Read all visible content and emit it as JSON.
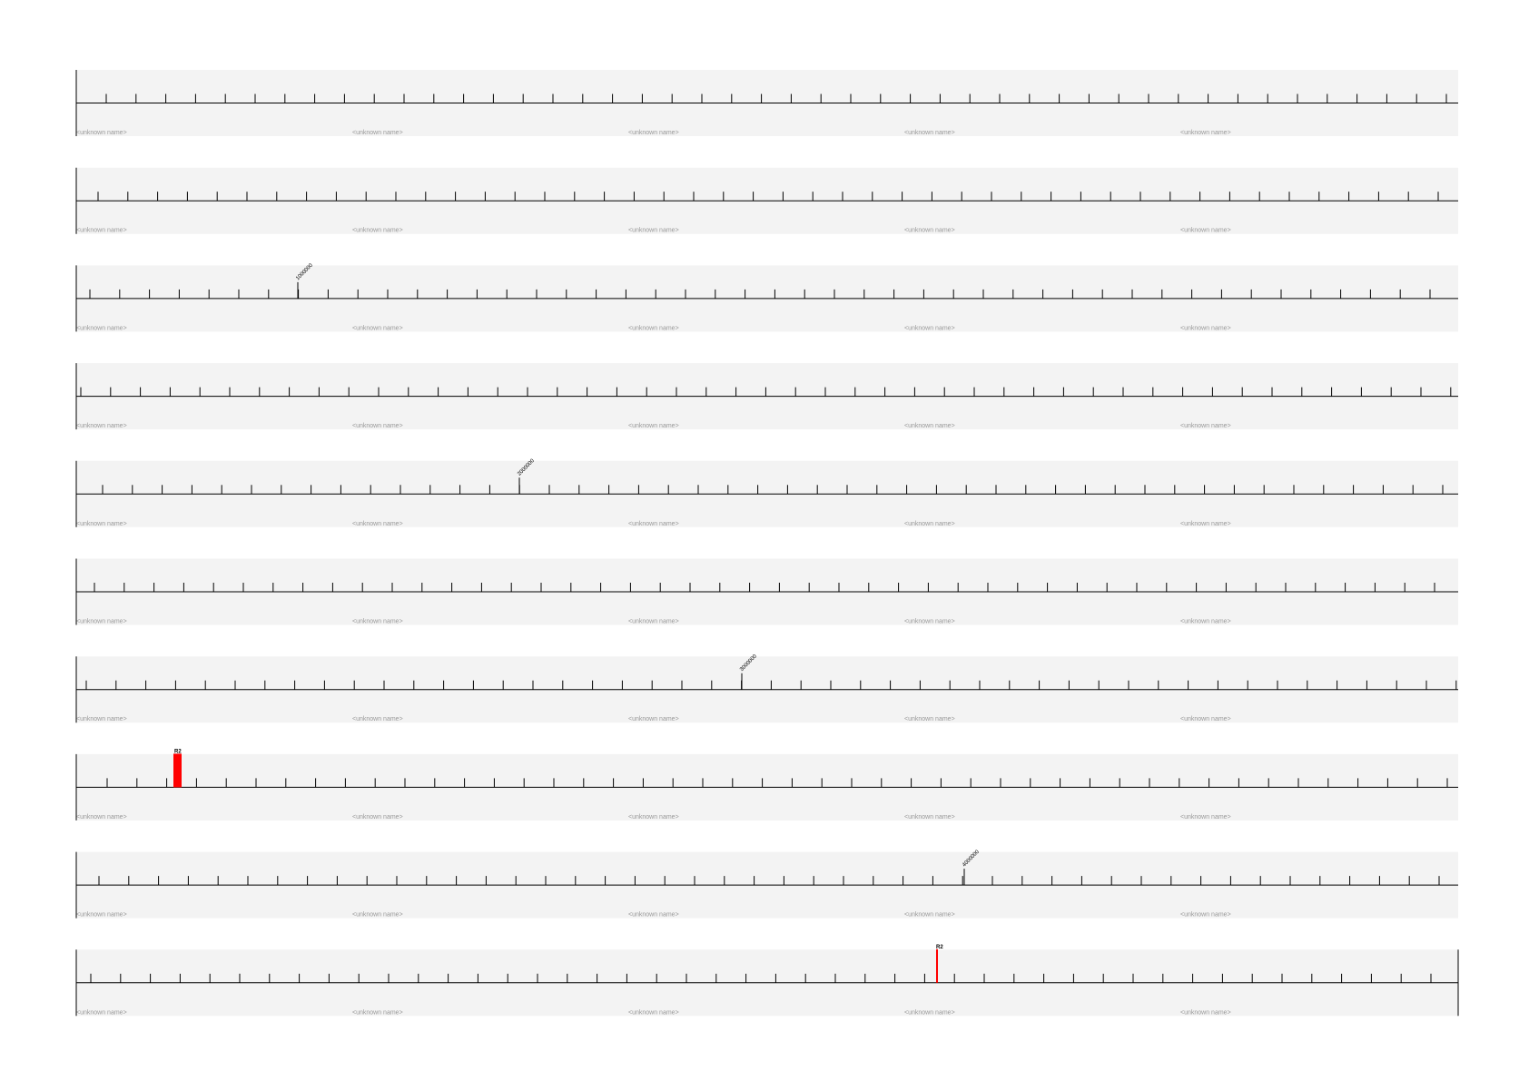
{
  "map": {
    "sequence_name": "<unknown name>",
    "coordinate_labels": [
      "1000000",
      "2000000",
      "3000000",
      "4000000"
    ],
    "colors": {
      "track_background": "#f3f3f3",
      "axis": "#000000",
      "feature": "#ff0000",
      "name_label": "#999999"
    },
    "features": [
      {
        "label": "R2",
        "row": 8,
        "color": "#ff0000",
        "kind": "wide-bar"
      },
      {
        "label": "R2",
        "row": 10,
        "color": "#ff0000",
        "kind": "thin-line"
      }
    ]
  }
}
